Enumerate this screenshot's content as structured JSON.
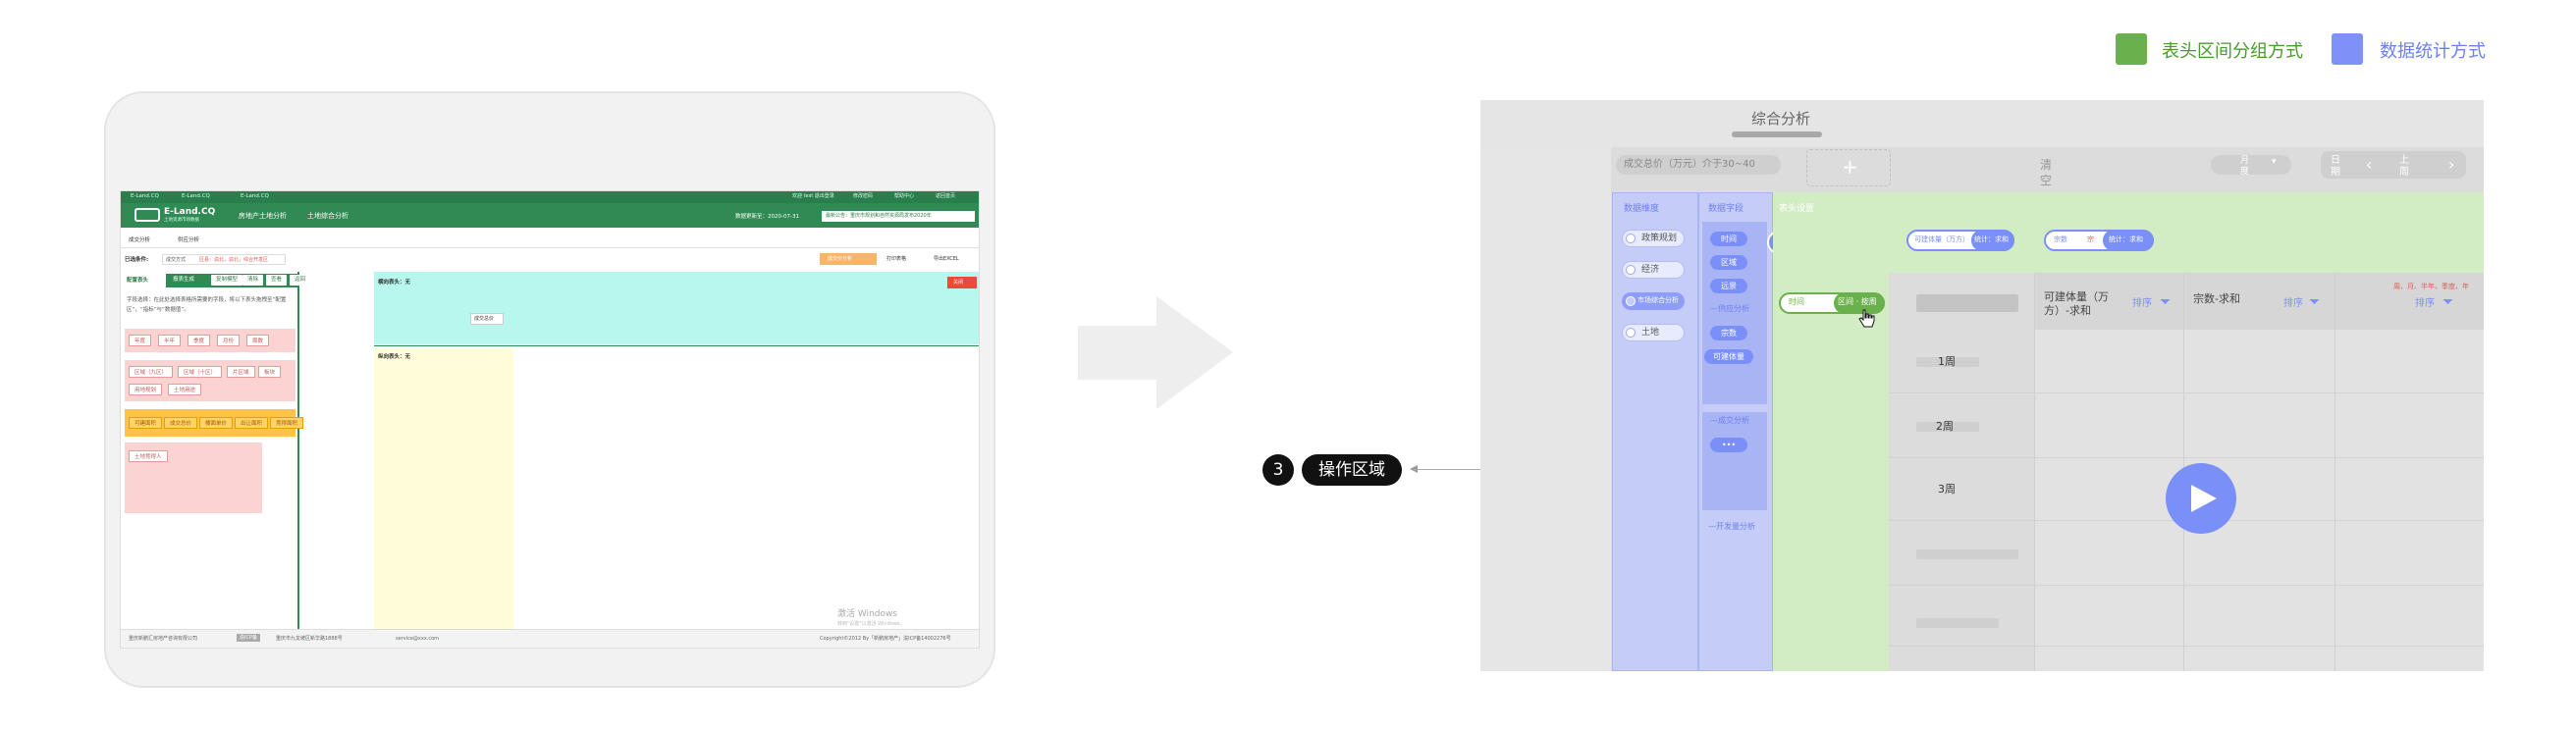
{
  "legend": {
    "items": [
      {
        "label": "表头区间分组方式",
        "color": "#6ab04c"
      },
      {
        "label": "数据统计方式",
        "color": "#7f90f9"
      }
    ]
  },
  "left_app": {
    "topbar": {
      "links": [
        "E-Land.CQ",
        "E-Land.CQ",
        "E-Land.CQ"
      ],
      "right_links": [
        "欢迎 test 退出登录",
        "修改密码",
        "帮助中心",
        "返回首页"
      ]
    },
    "header": {
      "logo": "E-Land.CQ",
      "logo_sub": "土地资源市场数据",
      "menus": [
        "房地产土地分析",
        "土地综合分析"
      ],
      "update": "数据更新至：2020-07-31",
      "notice": "最新公告：重庆市规划和自然资源局发布2020年"
    },
    "tabs": [
      "成交分析",
      "供应分析"
    ],
    "filter": {
      "label": "已选条件:",
      "items": [
        "成交方式",
        "区县：渝北，渝北，综合开发区"
      ],
      "btns": [
        "成交价分析",
        "打印表格",
        "导出EXCEL"
      ]
    },
    "side": {
      "title": "配置表头",
      "btns": [
        "报表生成",
        "复制模型",
        "清除",
        "查看",
        "返回"
      ],
      "hint": "字段选择：在此处选择表格所需要的字段，将以下表头拖拽至“配置区”，“指标”与“数据值”。",
      "groups": [
        [
          "年度",
          "半年",
          "季度",
          "月份",
          "周数"
        ],
        [
          "区域（九区）",
          "区域（十区）",
          "片区域",
          "板块",
          "用地规划",
          "土地用途"
        ],
        [
          "可建面积",
          "成交总价",
          "楼面单价",
          "出让面积",
          "竞得面积"
        ],
        [
          "土地竞得人"
        ]
      ]
    },
    "main": {
      "col_label": "横向表头：无",
      "row_label": "纵向表头：无",
      "chip": "成交总价",
      "close": "关闭"
    },
    "footer": {
      "left": "重庆新鹏汇房地产咨询有限公司",
      "icp": "渝ICP备",
      "addr": "重庆市九龙坡区新华路1888号",
      "mail": "service@xxx.com",
      "right": "Copyright©2012 By「新鹏房地产」渝ICP备14002276号",
      "watermark1": "激活 Windows",
      "watermark2": "转到\"设置\"以激活 Windows。"
    }
  },
  "right_app": {
    "title": "综合分析",
    "toolbar": {
      "filter_chip": "成交总价（万元）介于30~40",
      "plus": "+",
      "clear": "清空",
      "period": "月度",
      "date_label": "日期",
      "prev": "上周"
    },
    "col1": {
      "header": "数据维度",
      "items": [
        "政策规划",
        "经济",
        "市场综合分析",
        "土地"
      ]
    },
    "col2": {
      "header": "数据字段",
      "items": [
        "时间",
        "区域",
        "远景"
      ],
      "section1": "—供应分析",
      "items2": [
        "宗数",
        "可建体量"
      ],
      "section2": "—成交分析",
      "more": "•••",
      "section3": "—开发量分析"
    },
    "col3": {
      "header": "表头设置",
      "input": "时间",
      "chip": "区间 · 按周"
    },
    "summary": {
      "field1": "可建体量（万方）",
      "stat1": "统计：求和",
      "field2": "宗数",
      "field2_unit": "宗",
      "stat2": "统计：求和"
    },
    "table": {
      "headers": [
        "可建体量（万方）-求和",
        "宗数-求和"
      ],
      "sort": "排序",
      "rows": [
        "1周",
        "2周",
        "3周"
      ],
      "note": "周、月、半年、季度、年"
    }
  }
}
